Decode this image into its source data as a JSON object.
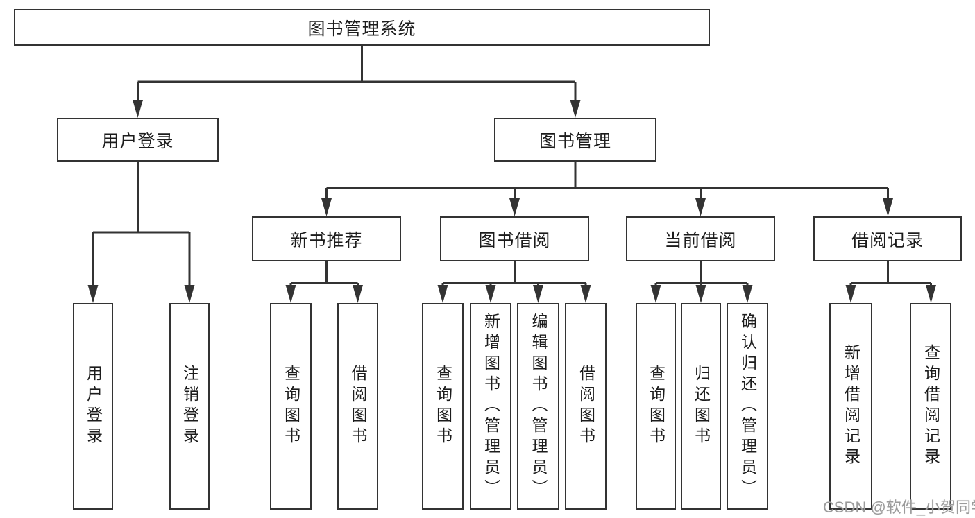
{
  "diagram": {
    "root": "图书管理系统",
    "level2": {
      "user_login": "用户登录",
      "book_mgmt": "图书管理"
    },
    "level3": {
      "new_books": "新书推荐",
      "borrowing": "图书借阅",
      "current": "当前借阅",
      "records": "借阅记录"
    },
    "leaves": {
      "user_login": [
        "用户登录",
        "注销登录"
      ],
      "new_books": [
        "查询图书",
        "借阅图书"
      ],
      "borrowing": [
        "查询图书",
        "新增图书（管理员）",
        "编辑图书（管理员）",
        "借阅图书"
      ],
      "current": [
        "查询图书",
        "归还图书",
        "确认归还（管理员）"
      ],
      "records": [
        "新增借阅记录",
        "查询借阅记录"
      ]
    }
  },
  "watermark": "CSDN @软件_小贺同学",
  "colors": {
    "line": "#333333",
    "box_border": "#333333",
    "text": "#1c1c1c",
    "watermark": "#9b9b9b",
    "background": "#ffffff"
  }
}
